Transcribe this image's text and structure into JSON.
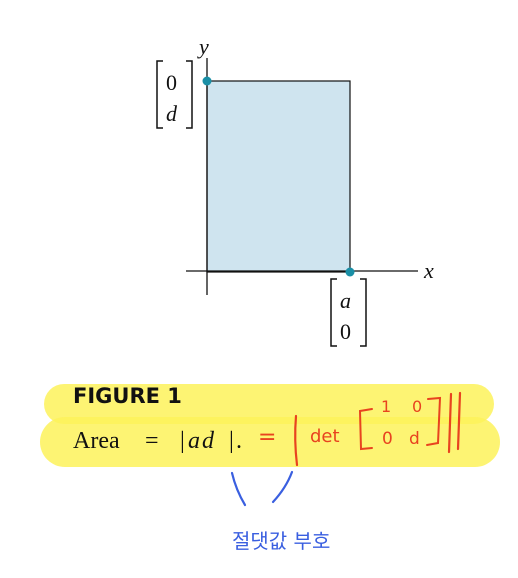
{
  "diagram": {
    "axes": {
      "x_label": "x",
      "y_label": "y"
    },
    "points": {
      "top": {
        "top_entry": "0",
        "bottom_entry": "d"
      },
      "right": {
        "top_entry": "a",
        "bottom_entry": "0"
      }
    },
    "colors": {
      "rect_fill": "#cfe4ef",
      "rect_stroke": "#111111",
      "point": "#1a8fa6",
      "highlight": "#fdf25a",
      "red_ink": "#e8431f",
      "blue_ink": "#3a5fe0"
    }
  },
  "caption": {
    "figure_label": "FIGURE 1",
    "area_text": "Area",
    "equals": "=",
    "abs_open": "|",
    "abs_expr": "ad",
    "abs_close": "|",
    "period": "."
  },
  "annotation": {
    "red_equals": "=",
    "det_text": "det",
    "matrix": {
      "r1c1": "1",
      "r1c2": "0",
      "r2c1": "0",
      "r2c2": "d"
    },
    "blue_note": "절댓값 부호"
  }
}
